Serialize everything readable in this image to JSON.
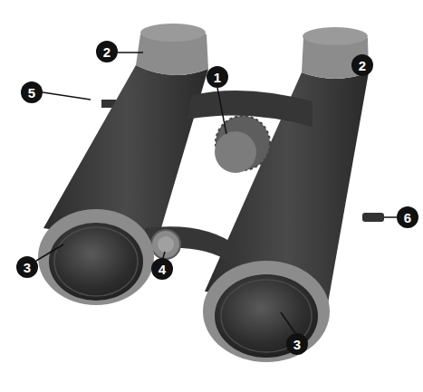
{
  "diagram": {
    "labels": [
      "2",
      "2",
      "1",
      "5",
      "6",
      "3",
      "4",
      "3"
    ]
  }
}
